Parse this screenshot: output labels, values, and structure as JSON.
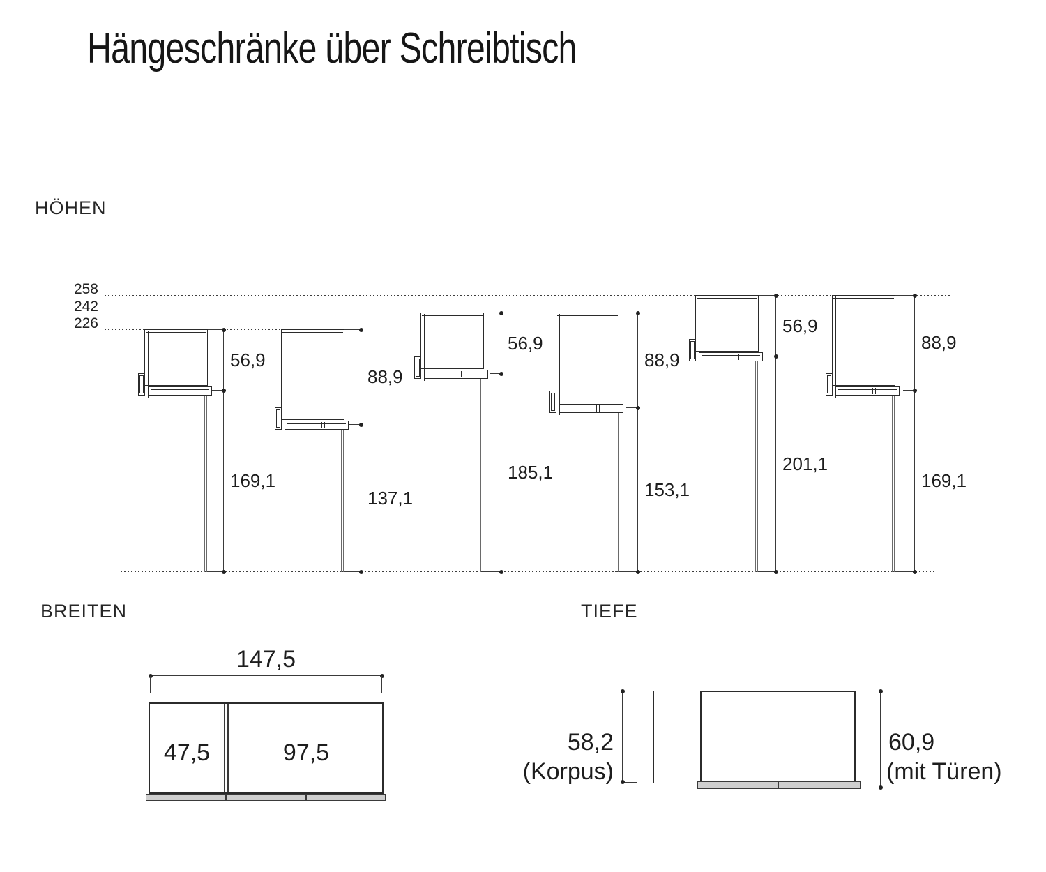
{
  "title": "Hängeschränke über Schreibtisch",
  "heights": {
    "label": "HÖHEN",
    "wall_reference_heights": [
      "258",
      "242",
      "226"
    ],
    "cabinets": [
      {
        "height": "56,9",
        "clearance": "169,1"
      },
      {
        "height": "88,9",
        "clearance": "137,1"
      },
      {
        "height": "56,9",
        "clearance": "185,1"
      },
      {
        "height": "88,9",
        "clearance": "153,1"
      },
      {
        "height": "56,9",
        "clearance": "201,1"
      },
      {
        "height": "88,9",
        "clearance": "169,1"
      }
    ]
  },
  "widths": {
    "label": "BREITEN",
    "total_width": "147,5",
    "door_widths": [
      "47,5",
      "97,5"
    ]
  },
  "depth": {
    "label": "TIEFE",
    "korpus": {
      "value": "58,2",
      "note": "(Korpus)"
    },
    "with_doors": {
      "value": "60,9",
      "note": "(mit Türen)"
    }
  },
  "colors": {
    "line": "#3a3a3a",
    "shelf_gray": "#cfcfcf",
    "text": "#1d1d1d"
  }
}
